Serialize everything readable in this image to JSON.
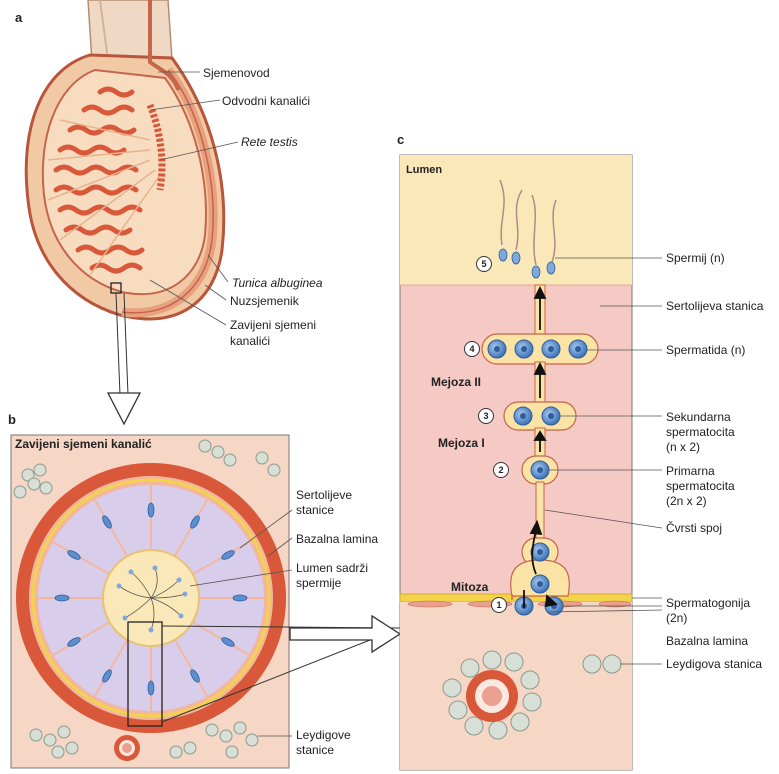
{
  "panels": {
    "a": "a",
    "b": "b",
    "c": "c"
  },
  "panel_a": {
    "labels": {
      "vas_deferens": "Sjemenovod",
      "efferent_ducts": "Odvodni kanalići",
      "rete_testis": "Rete testis",
      "tunica_albuginea": "Tunica albuginea",
      "epididymis": "Nuzsjemenik",
      "seminiferous_tubules_1": "Zavijeni sjemeni",
      "seminiferous_tubules_2": "kanalići"
    }
  },
  "panel_b": {
    "title": "Zavijeni sjemeni kanalić",
    "labels": {
      "sertoli_1": "Sertolijeve",
      "sertoli_2": "stanice",
      "basal_lamina": "Bazalna lamina",
      "lumen_1": "Lumen sadrži",
      "lumen_2": "spermije",
      "leydig_1": "Leydigove",
      "leydig_2": "stanice"
    }
  },
  "panel_c": {
    "lumen_title": "Lumen",
    "stage_labels": {
      "meiosis2": "Mejoza II",
      "meiosis1": "Mejoza I",
      "mitosis": "Mitoza"
    },
    "stage_numbers": [
      "1",
      "2",
      "3",
      "4",
      "5"
    ],
    "labels": {
      "sperm": "Spermij (n)",
      "sertoli_cell": "Sertolijeva stanica",
      "spermatid": "Spermatida (n)",
      "secondary_1": "Sekundarna",
      "secondary_2": "spermatocita",
      "secondary_3": "(n x 2)",
      "primary_1": "Primarna",
      "primary_2": "spermatocita",
      "primary_3": "(2n x 2)",
      "tight_junction": "Čvrsti spoj",
      "spermatogonia_1": "Spermatogonija",
      "spermatogonia_2": "(2n)",
      "basal_lamina": "Bazalna lamina",
      "leydig_cell": "Leydigova stanica"
    }
  },
  "colors": {
    "tissue_pink": "#f6d0c6",
    "tubule_red": "#d9583a",
    "cream": "#fbe8b8",
    "cell_blue": "#5b8fd0",
    "sertoli_lilac": "#cfcaeb",
    "lamina_yellow": "#f3d34a",
    "panel_c_pink": "#f5c9c4"
  }
}
